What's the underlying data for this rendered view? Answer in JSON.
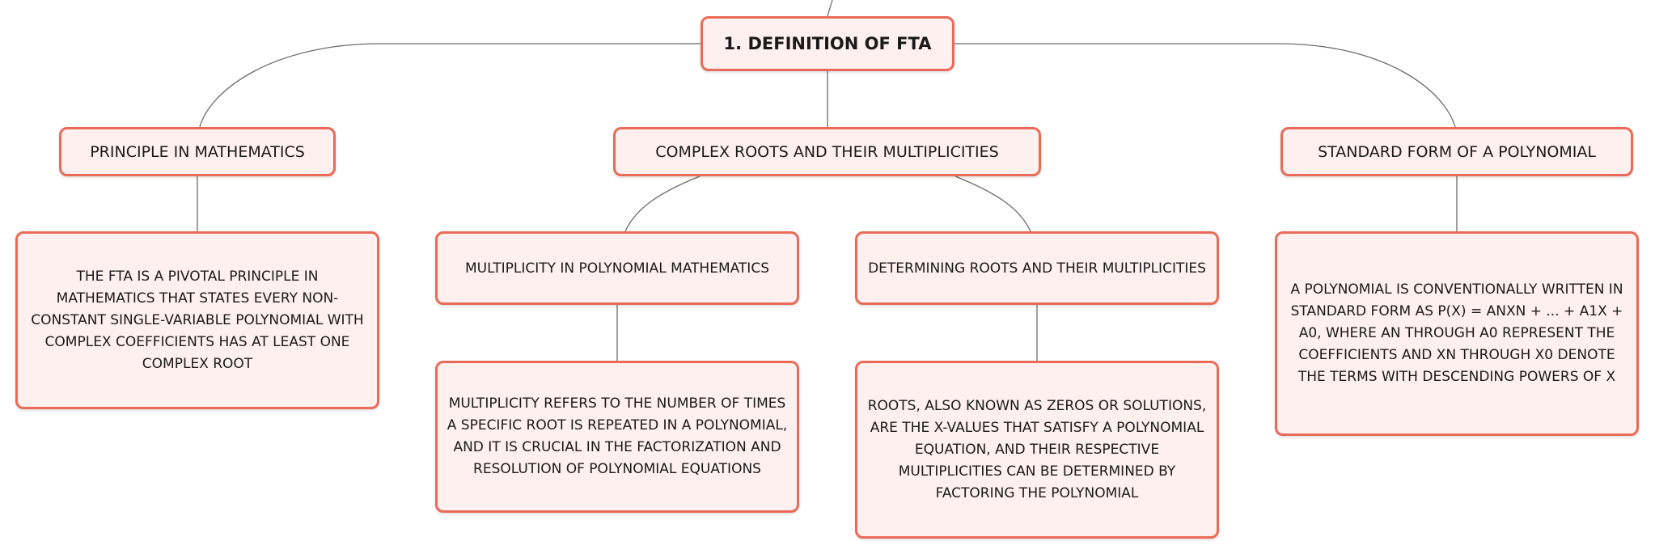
{
  "diagram": {
    "root": {
      "label": "1. DEFINITION OF FTA"
    },
    "branches": [
      {
        "label": "PRINCIPLE IN MATHEMATICS",
        "children": [
          {
            "label": "THE FTA IS A PIVOTAL PRINCIPLE IN MATHEMATICS THAT STATES EVERY NON-CONSTANT SINGLE-VARIABLE POLYNOMIAL WITH COMPLEX COEFFICIENTS HAS AT LEAST ONE COMPLEX ROOT"
          }
        ]
      },
      {
        "label": "COMPLEX ROOTS AND THEIR MULTIPLICITIES",
        "children": [
          {
            "label": "MULTIPLICITY IN POLYNOMIAL MATHEMATICS",
            "children": [
              {
                "label": "MULTIPLICITY REFERS TO THE NUMBER OF TIMES A SPECIFIC ROOT IS REPEATED IN A POLYNOMIAL, AND IT IS CRUCIAL IN THE FACTORIZATION AND RESOLUTION OF POLYNOMIAL EQUATIONS"
              }
            ]
          },
          {
            "label": "DETERMINING ROOTS AND THEIR MULTIPLICITIES",
            "children": [
              {
                "label": "ROOTS, ALSO KNOWN AS ZEROS OR SOLUTIONS, ARE THE X-VALUES THAT SATISFY A POLYNOMIAL EQUATION, AND THEIR RESPECTIVE MULTIPLICITIES CAN BE DETERMINED BY FACTORING THE POLYNOMIAL"
              }
            ]
          }
        ]
      },
      {
        "label": "STANDARD FORM OF A POLYNOMIAL",
        "children": [
          {
            "label": "A POLYNOMIAL IS CONVENTIONALLY WRITTEN IN STANDARD FORM AS P(X) = ANXN + ... + A1X + A0, WHERE AN THROUGH A0 REPRESENT THE COEFFICIENTS AND XN THROUGH X0 DENOTE THE TERMS WITH DESCENDING POWERS OF X"
          }
        ]
      }
    ]
  },
  "colors": {
    "node_border": "#ea6a57",
    "node_fill": "#fdf0ee",
    "connector": "#6b6b6b",
    "text": "#1a1a1a"
  }
}
